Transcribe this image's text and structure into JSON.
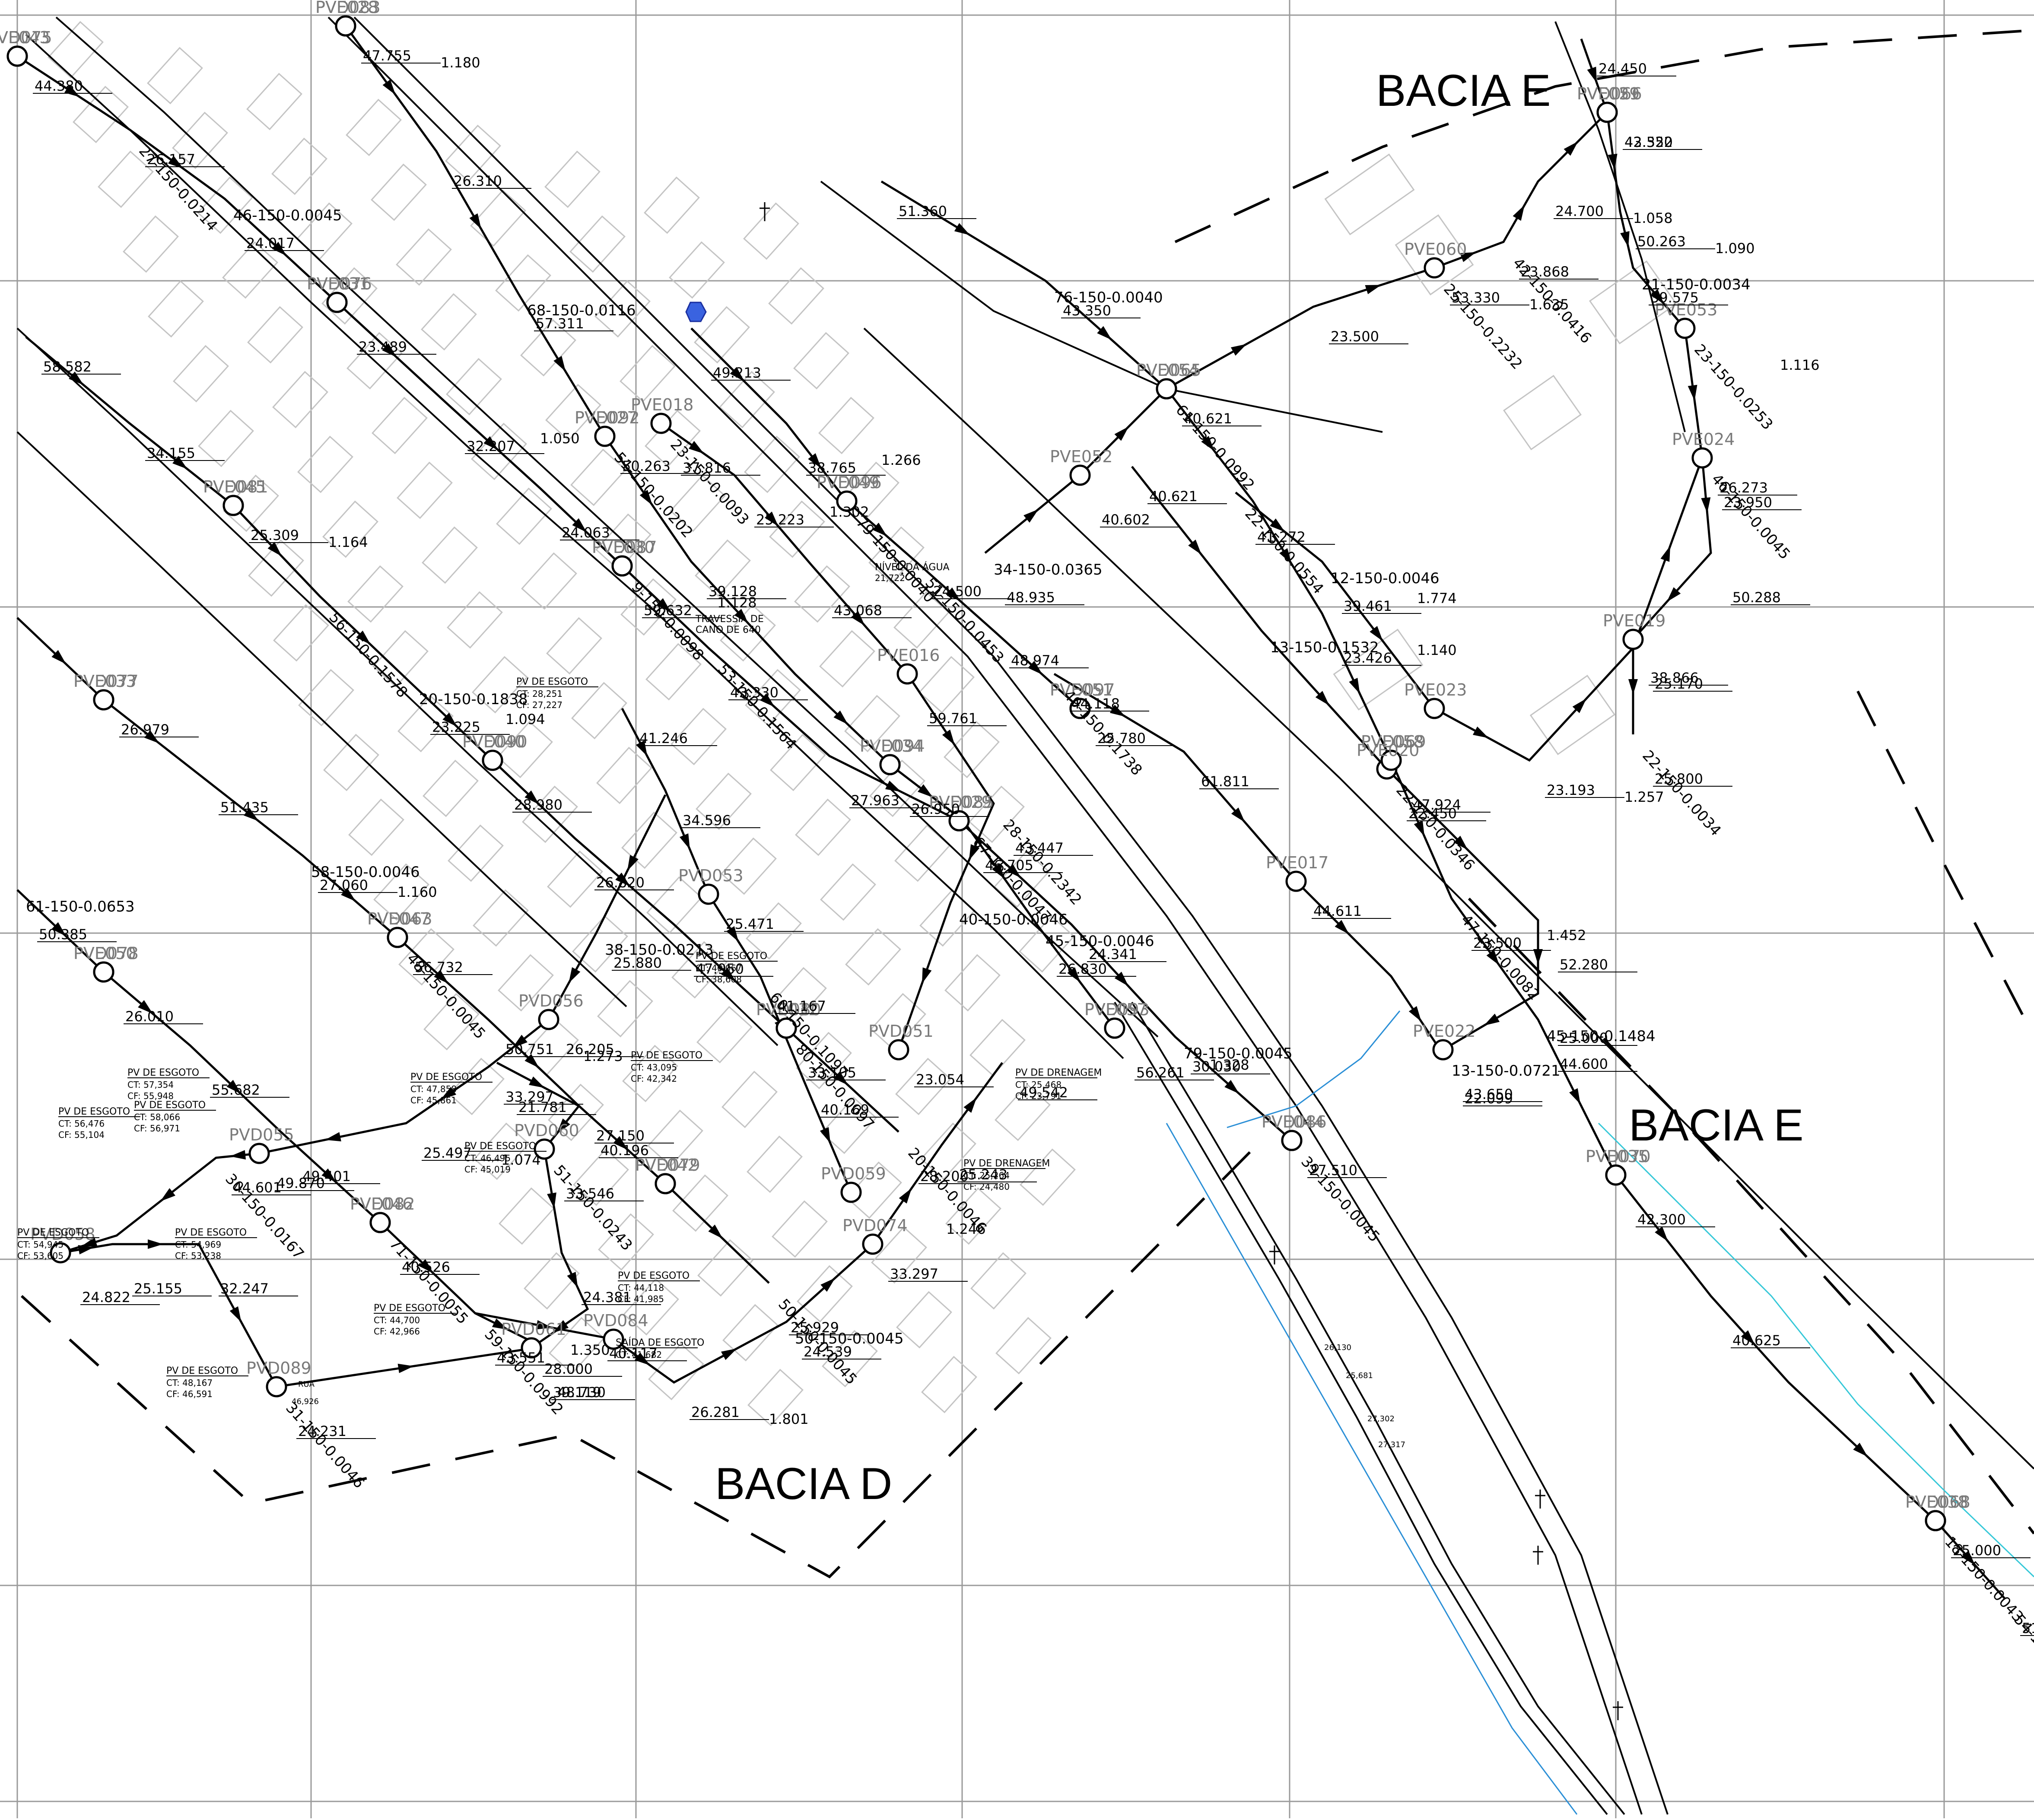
{
  "sheet": {
    "title_labels": [
      "BACIA E",
      "BACIA E",
      "BACIA D"
    ],
    "colors": {
      "ink": "#000000",
      "grid": "#9a9a9a",
      "parcel": "#c4c4c4",
      "dash": "#000000",
      "water": "#2b8fd6",
      "cyan": "#36c8d8",
      "highlight": "#3a63e0"
    }
  },
  "manholes": {
    "east": [
      "PVE043",
      "PVE031",
      "PVE030",
      "PVE029",
      "PVE044",
      "PVE045",
      "PVE040",
      "PVE032",
      "PVE033",
      "PVE047",
      "PVE042",
      "PVE050",
      "PVE046",
      "PVE028",
      "PVE027",
      "PVE034",
      "PVE057",
      "PVE049",
      "PVE051",
      "PVE054",
      "PVE058",
      "PVE035",
      "PVE038",
      "PVE059",
      "PVE053",
      "PVE019",
      "PVE052",
      "PVE060",
      "PVE021",
      "PVE020",
      "PVE022",
      "PVE023",
      "PVE024",
      "PVE017",
      "PVE018",
      "PVE016"
    ],
    "west": [
      "PVD051",
      "PVD053",
      "PVD059",
      "PVD060",
      "PVD061",
      "PVD056",
      "PVD055",
      "PVD058",
      "PVD089",
      "PVD084",
      "PVD074",
      "PVD075",
      "PVD076",
      "PVD087",
      "PVD085",
      "PVD086",
      "PVD081",
      "PVD090",
      "PVD080",
      "PVD077",
      "PVD063",
      "PVD079",
      "PVD078",
      "PVD082",
      "PVD083",
      "PVD092",
      "PVD094",
      "PVD093",
      "PVD096",
      "PVD097",
      "PVD065",
      "PVD069",
      "PVD070",
      "PVD068",
      "PVD066"
    ]
  },
  "segments": [
    "46-150-0.0045",
    "53-150-0.1564",
    "39-150-0.0045",
    "20-150-0.1838",
    "20-150-0.0046",
    "48-150-0.0045",
    "61-150-0.0653",
    "59-150-0.0992",
    "51-150-0.0202",
    "45-150-0.0046",
    "51-150-0.0453",
    "61-150-0.0992",
    "45-150-0.1484",
    "54-150-0.0061",
    "23-150-0.0253",
    "34-150-0.0365",
    "42-150-0.0416",
    "22-150-0.0346",
    "12-150-0.0046",
    "49-150-0.1738",
    "23-150-0.0093",
    "40-150-0.0046",
    "60-150-0.1097",
    "51-150-0.0243",
    "38-150-0.0213",
    "30-150-0.0167",
    "31-150-0.0046",
    "50-150-0.0045",
    "27-150-0.0214",
    "9-150-0.0098",
    "79-150-0.0045",
    "56-150-0.1578",
    "80-150-0.0097",
    "58-150-0.0046",
    "50-150-0.0045",
    "71-150-0.0055",
    "68-150-0.0116",
    "67-150-0.0047",
    "79-150-0.0040",
    "76-150-0.0040",
    "47-150-0.0082",
    "18-150-0.0043",
    "21-150-0.0034",
    "22-150-0.0034",
    "25-150-0.2232",
    "13-150-0.1532",
    "22-150-0.0554",
    "46-150-0.0045",
    "13-150-0.0721",
    "28-150-0.2342"
  ],
  "elevations": [
    "26.157",
    "27.963",
    "25.309",
    "28.200",
    "27.150",
    "40.526",
    "39.128",
    "38.765",
    "40.621",
    "40.625",
    "39.575",
    "40.602",
    "40.621",
    "39.461",
    "44.611",
    "43.447",
    "40.169",
    "39.119",
    "44.601",
    "43.551",
    "44.380",
    "43.330",
    "34.155",
    "33.105",
    "50.751",
    "49.401",
    "50.263",
    "49.213",
    "43.350",
    "42.300",
    "50.263",
    "48.935",
    "42.322",
    "41.272",
    "61.811",
    "59.761",
    "41.167",
    "40.117",
    "49.870",
    "48.730",
    "49.542",
    "59.632",
    "58.582",
    "47.950",
    "56.732",
    "55.682",
    "57.311",
    "56.261",
    "51.360",
    "44.600",
    "43.550",
    "25.800",
    "24.700",
    "43.650",
    "44.118",
    "43.068",
    "25.471",
    "24.381",
    "25.497",
    "24.231",
    "25.243",
    "24.063",
    "27.510",
    "26.820",
    "27.060",
    "26.010",
    "26.310",
    "26.830",
    "25.780",
    "23.500",
    "24.450",
    "25.170",
    "23.868",
    "25.000",
    "26.273",
    "25.223",
    "34.596",
    "33.546",
    "33.297",
    "32.247",
    "33.297",
    "32.207",
    "30.030",
    "28.980",
    "51.435",
    "50.385",
    "47.755",
    "46.705",
    "48.974",
    "47.924",
    "51.338",
    "50.288",
    "53.330",
    "52.280",
    "38.866",
    "37.816",
    "41.246",
    "40.196",
    "26.205",
    "25.155",
    "24.539",
    "23.489",
    "24.341",
    "23.225",
    "26.979",
    "25.929",
    "28.000",
    "26.950",
    "24.500",
    "23.426",
    "25.000",
    "23.950",
    "23.500",
    "22.450",
    "23.193",
    "22.099",
    "23.054",
    "21.781",
    "25.880",
    "24.822",
    "26.281",
    "24.017"
  ],
  "drops": [
    "1.050",
    "1.164",
    "1.160",
    "1.350",
    "1.328",
    "1.140",
    "1.090",
    "1.635",
    "1.774",
    "1.302",
    "1.246",
    "1.074",
    "1.801",
    "1.128",
    "1.094",
    "1.273",
    "1.180",
    "1.266",
    "1.452",
    "1.116",
    "1.058",
    "1.257"
  ],
  "notes": [
    {
      "title": "PV DE ESGOTO",
      "ct": "CT: 28,251",
      "cf": "CF: 27,227"
    },
    {
      "title": "PV DE ESGOTO",
      "ct": "CT: 47,858",
      "cf": "CF: 45,861"
    },
    {
      "title": "PV DE ESGOTO",
      "ct": "CT: 43,095",
      "cf": "CF: 42,342"
    },
    {
      "title": "PV DE ESGOTO",
      "ct": "CT: 57,354",
      "cf": "CF: 55,948"
    },
    {
      "title": "PV DE ESGOTO",
      "ct": "CT: 58,066",
      "cf": "CF: 56,971"
    },
    {
      "title": "PV DE ESGOTO",
      "ct": "CT: 56,476",
      "cf": "CF: 55,104"
    },
    {
      "title": "PV DE ESGOTO",
      "ct": "CT: 46,495",
      "cf": "CF: 45,019"
    },
    {
      "title": "PV DE ESGOTO",
      "ct": "CT: 54,945",
      "cf": "CF: 53,605"
    },
    {
      "title": "PV DE ESGOTO",
      "ct": "CT: 54,969",
      "cf": "CF: 53,238"
    },
    {
      "title": "PV DE ESGOTO",
      "ct": "CT: 44,700",
      "cf": "CF: 42,966"
    },
    {
      "title": "PV DE ESGOTO",
      "ct": "CT: 44,118",
      "cf": "CF: 41,985"
    },
    {
      "title": "PV DE ESGOTO",
      "ct": "CT: 48,167",
      "cf": "CF: 46,591"
    },
    {
      "title": "PV DE DRENAGEM",
      "ct": "CT: 25,468",
      "cf": "CF: 23,791"
    },
    {
      "title": "PV DE DRENAGEM",
      "ct": "CT: 25,264",
      "cf": "CF: 24,480"
    },
    {
      "title": "PV DE ESGOTO",
      "ct": "CT: 40,067",
      "cf": "CF: 38,608"
    },
    {
      "title": "SAÍDA DE ESGOTO",
      "ct": "CT: 41,682",
      "cf": ""
    }
  ],
  "callouts": {
    "water_level": "NÍVEL DA ÁGUA",
    "water_level_value": "21,722",
    "crossing": "TRAVESSIA DE",
    "crossing_2": "CANO DE 640",
    "road": "RUA",
    "road_value": "46,926",
    "edf1": "26,130",
    "edf2": "25,681",
    "edf3": "27,302",
    "edf4": "27,317"
  }
}
